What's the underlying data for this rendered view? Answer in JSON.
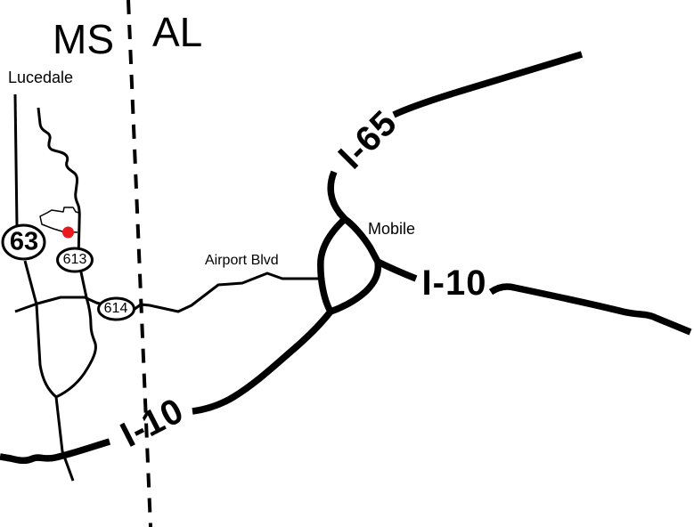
{
  "map": {
    "states": {
      "left": "MS",
      "right": "AL"
    },
    "cities": {
      "lucedale": "Lucedale",
      "mobile": "Mobile"
    },
    "highways": {
      "i65": "I-65",
      "i10_east": "I-10",
      "i10_west": "I-10"
    },
    "streets": {
      "airport_blvd": "Airport Blvd"
    },
    "route_shields": {
      "route63": "63",
      "route613": "613",
      "route614": "614"
    },
    "marker": {
      "name": "location-marker",
      "color": "#e8191f"
    },
    "colors": {
      "road": "#000000",
      "background": "#ffffff"
    }
  }
}
